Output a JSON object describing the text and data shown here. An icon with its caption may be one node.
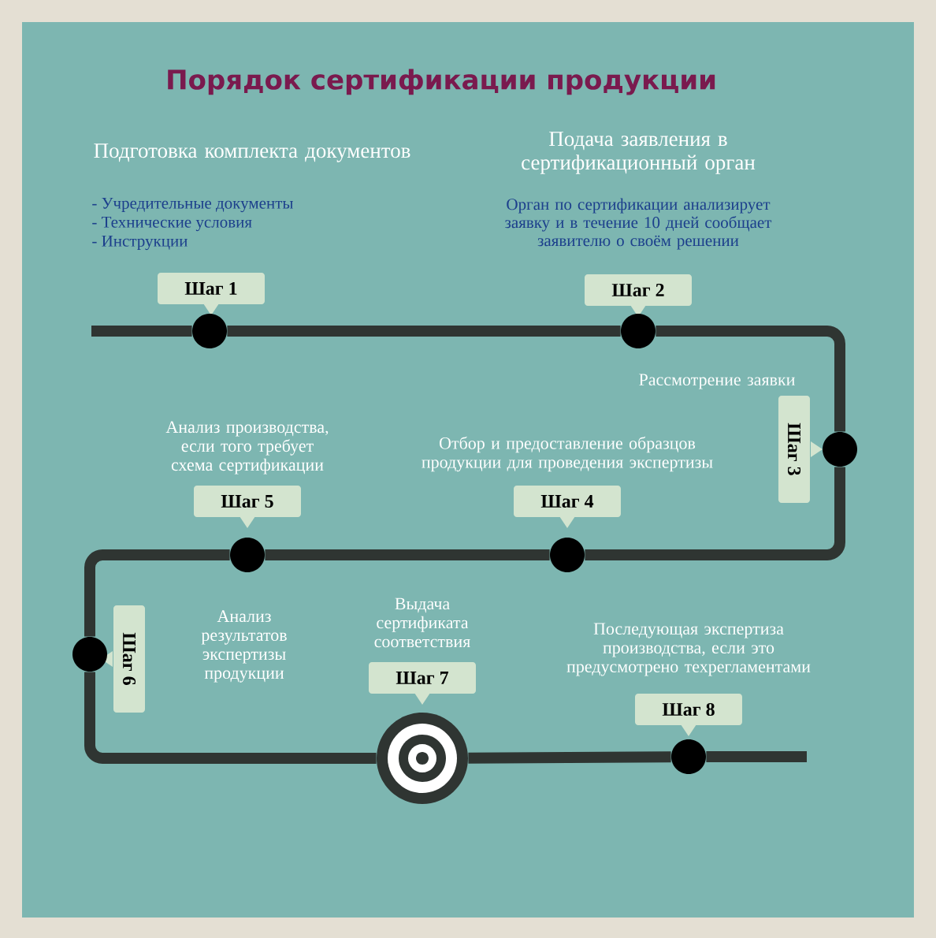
{
  "diagram": {
    "title": "Порядок сертификации продукции",
    "nodes": [
      {
        "text": [
          "Шаг 1"
        ],
        "beside": [
          "Подготовка комплекта документов",
          "- Учредительные документы",
          "- Технические условия",
          "- Инструкции"
        ]
      },
      {
        "text": [
          "Шаг 2"
        ],
        "beside": [
          "Подача заявления в сертификационный орган",
          "Орган по сертификации анализирует заявку и в течение 10 дней сообщает заявителю о своём решении"
        ]
      },
      {
        "text": [
          "Шаг 3"
        ],
        "beside": [
          "Рассмотрение заявки"
        ]
      },
      {
        "text": [
          "Шаг 4"
        ],
        "beside": [
          "Отбор и предоставление образцов продукции для проведения экспертизы"
        ]
      },
      {
        "text": [
          "Шаг 5"
        ],
        "beside": [
          "Анализ производства, если того требует схема сертификации"
        ]
      },
      {
        "text": [
          "Шаг 6"
        ],
        "beside": [
          "Анализ результатов экспертизы продукции"
        ]
      },
      {
        "text": [
          "Шаг 7"
        ],
        "beside": [
          "Выдача сертификата соответствия"
        ]
      },
      {
        "text": [
          "Шаг 8"
        ],
        "beside": [
          "Последующая экспертиза производства, если это предусмотрено техрегламентами"
        ]
      },
      {
        "text": [],
        "shape": "circle"
      },
      {
        "text": [],
        "shape": "circle"
      },
      {
        "text": [],
        "shape": "circle"
      },
      {
        "text": [],
        "shape": "circle"
      },
      {
        "text": [],
        "shape": "circle"
      },
      {
        "text": [],
        "shape": "circle"
      },
      {
        "text": [],
        "shape": "target"
      },
      {
        "text": [],
        "shape": "circle"
      }
    ],
    "edges": [
      {
        "from": null,
        "to": 8,
        "arrow": "none"
      },
      {
        "from": 8,
        "to": 9,
        "arrow": "none"
      },
      {
        "from": 9,
        "to": 10,
        "arrow": "none"
      },
      {
        "from": 10,
        "to": 11,
        "arrow": "none"
      },
      {
        "from": 11,
        "to": 12,
        "arrow": "none"
      },
      {
        "from": 12,
        "to": 13,
        "arrow": "none"
      },
      {
        "from": 13,
        "to": 14,
        "arrow": "none"
      },
      {
        "from": 14,
        "to": 15,
        "arrow": "none"
      },
      {
        "from": 15,
        "to": null,
        "arrow": "none"
      }
    ]
  }
}
